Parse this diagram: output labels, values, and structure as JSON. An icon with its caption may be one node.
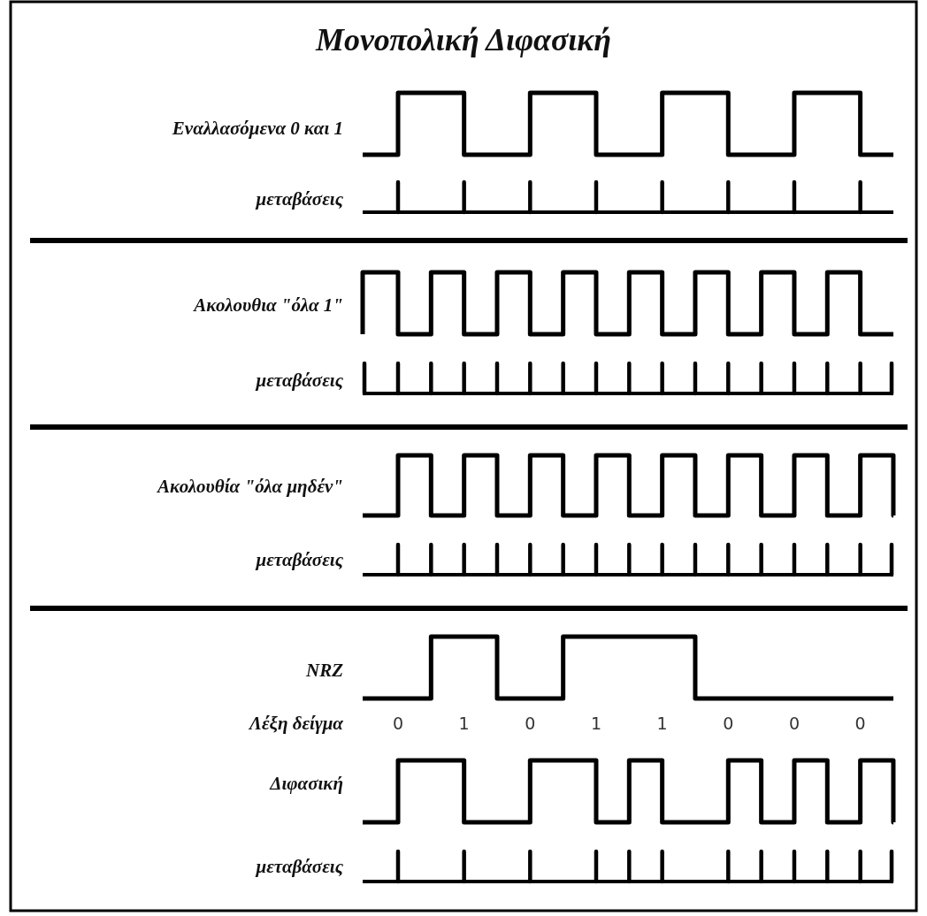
{
  "diagram": {
    "title": "Μονοπολική Διφασική",
    "labels": [
      "Εναλλασόμενα 0 και 1",
      "μεταβάσεις",
      "Ακολουθια \"όλα 1\"",
      "μεταβάσεις",
      "Ακολουθία \"όλα μηδέν\"",
      "μεταβάσεις",
      "NRZ",
      "Λέξη δείγμα",
      "0",
      "1",
      "0",
      "1",
      "1",
      "0",
      "0",
      "0",
      "Διφασική",
      "μεταβάσεις"
    ]
  }
}
